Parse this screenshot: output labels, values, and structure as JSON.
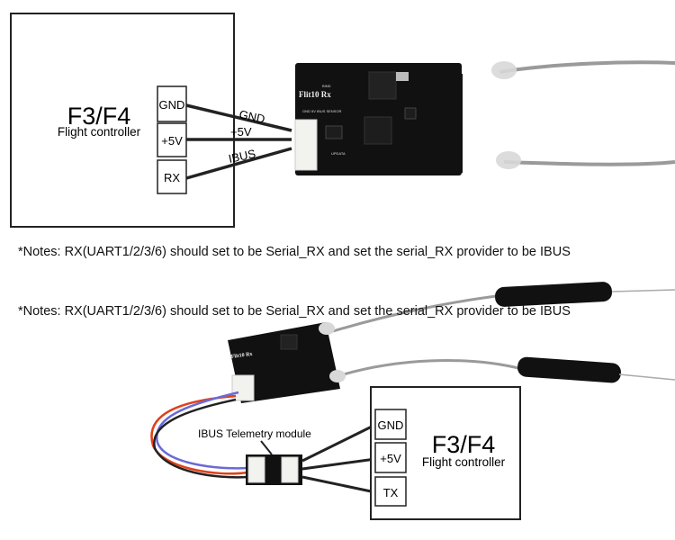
{
  "top_diagram": {
    "controller": {
      "title": "F3/F4",
      "subtitle": "Flight controller"
    },
    "pins": [
      "GND",
      "+5V",
      "RX"
    ],
    "wire_labels": [
      "GND",
      "+5V",
      "IBUS"
    ],
    "receiver": {
      "name": "Flit10 Rx",
      "bind": "BIND",
      "pins_silk": "GND 5V IBUS SENSOR",
      "update": "UPDATA"
    }
  },
  "notes": [
    "*Notes: RX(UART1/2/3/6) should set to be Serial_RX and set the serial_RX provider to be IBUS",
    "*Notes: RX(UART1/2/3/6) should set to be Serial_RX and set the serial_RX provider to be IBUS"
  ],
  "bottom_diagram": {
    "controller": {
      "title": "F3/F4",
      "subtitle": "Flight controller"
    },
    "pins": [
      "GND",
      "+5V",
      "TX"
    ],
    "module_label": "IBUS Telemetry module",
    "receiver": {
      "name": "Flit10 Rx"
    }
  },
  "colors": {
    "pcb": "#111111",
    "antenna": "#9a9a9a",
    "wire_red": "#e0401a",
    "wire_blue": "#6a6ad8",
    "wire_black": "#222222"
  }
}
